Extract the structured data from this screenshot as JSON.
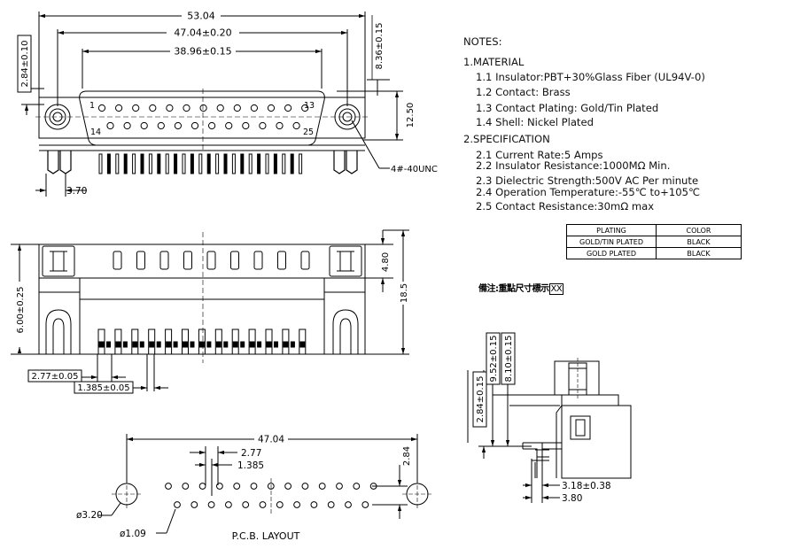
{
  "top_view": {
    "dim_overall": "53.04",
    "dim_mounting": "47.04±0.20",
    "dim_shell": "38.96±0.15",
    "dim_left_height": "2.84±0.10",
    "dim_right_top": "8.36±0.15",
    "dim_height": "12.50",
    "dim_pin_offset": "3.70",
    "pin_label_1": "1",
    "pin_label_13": "13",
    "pin_label_14": "14",
    "pin_label_25": "25",
    "thread_callout": "4#-40UNC"
  },
  "notes": {
    "heading": "NOTES:",
    "section1": "1.MATERIAL",
    "m1": "1.1  Insulator:PBT+30%Glass Fiber (UL94V-0)",
    "m2": "1.2  Contact:  Brass",
    "m3": "1.3  Contact Plating: Gold/Tin    Plated",
    "m4": "1.4  Shell: Nickel Plated",
    "section2": "2.SPECIFICATION",
    "s1": "2.1  Current Rate:5 Amps",
    "s2": "2.2  Insulator  Resistance:1000MΩ  Min.",
    "s3": "2.3  Dielectric  Strength:500V AC Per minute",
    "s4": "2.4  Operation  Temperature:-55℃  to+105℃",
    "s5": "2.5  Contact  Resistance:30mΩ  max"
  },
  "table": {
    "header_plating": "PLATING",
    "header_color": "COLOR",
    "row1_plating": "GOLD/TIN PLATED",
    "row1_color": "BLACK",
    "row2_plating": "GOLD PLATED",
    "row2_color": "BLACK"
  },
  "cn_note": {
    "text": "備注:重點尺寸標示",
    "box": "XX"
  },
  "front_view": {
    "dim_height_left": "6.00±0.25",
    "dim_top": "4.80",
    "dim_height_right": "18.5",
    "dim_pitch": "2.77±0.05",
    "dim_half_pitch": "1.385±0.05"
  },
  "pcb": {
    "dim_width": "47.04",
    "dim_pitch": "2.77",
    "dim_half_pitch": "1.385",
    "dim_row": "2.84",
    "dim_mount_hole": "ø3.20",
    "dim_pin_hole": "ø1.09",
    "title": "P.C.B.  LAYOUT"
  },
  "side_view": {
    "dim_a": "2.84±0.15",
    "dim_b": "9.52±0.15",
    "dim_c": "8.10±0.15",
    "dim_d": "3.18±0.38",
    "dim_e": "3.80"
  }
}
